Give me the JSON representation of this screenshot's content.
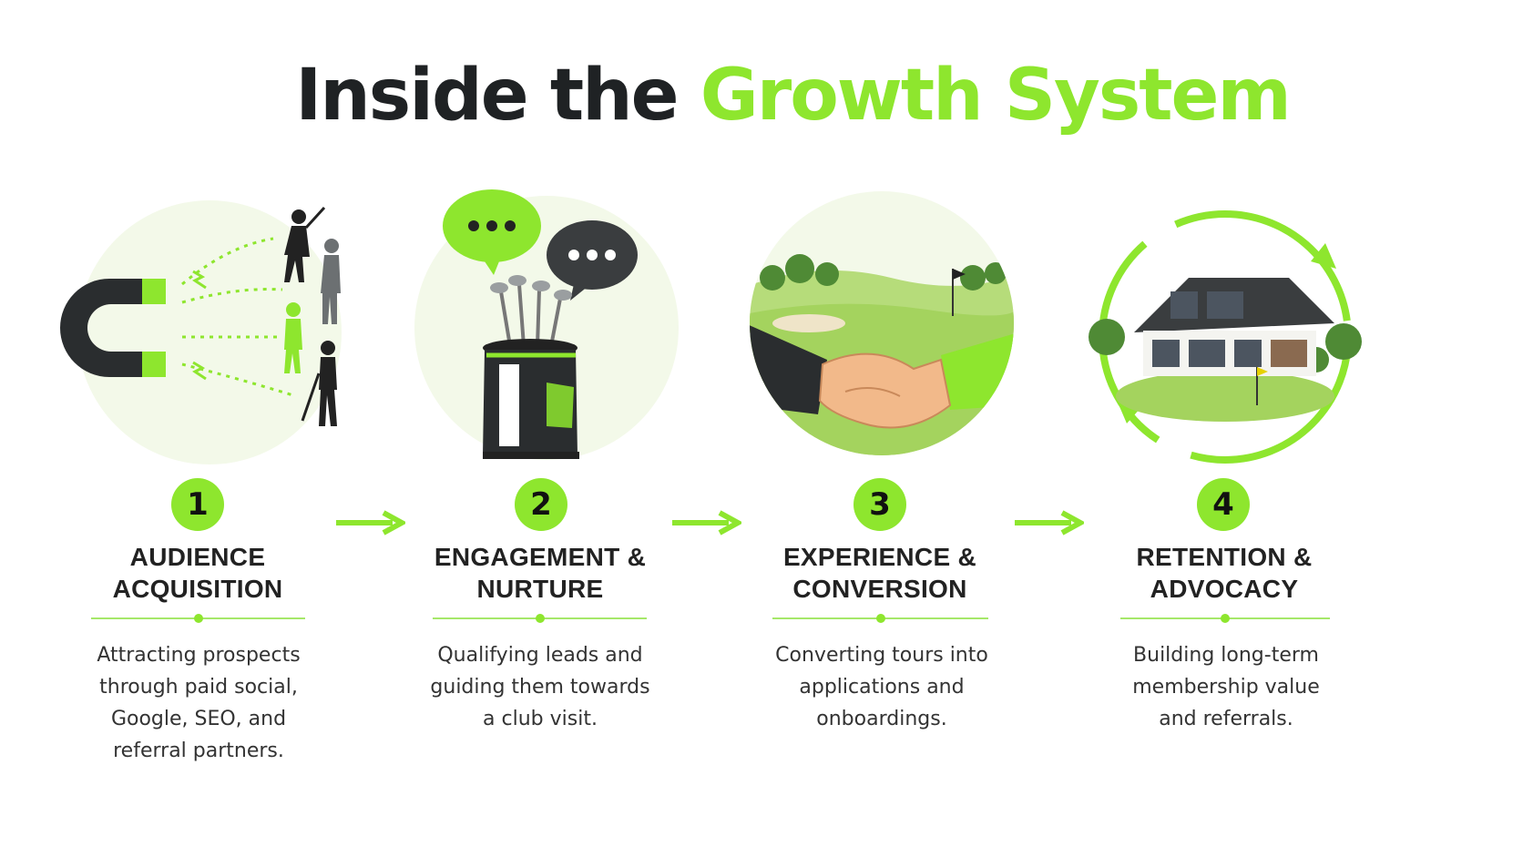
{
  "title": {
    "part1": "Inside the",
    "part2": "Growth System"
  },
  "colors": {
    "accent": "#8ee62e",
    "dark": "#1f2224",
    "light_green": "#f3f9e9"
  },
  "steps": [
    {
      "number": "1",
      "heading_line1": "AUDIENCE",
      "heading_line2": "ACQUISITION",
      "desc_lines": [
        "Attracting prospects",
        "through paid social,",
        "Google, SEO, and",
        "referral partners."
      ],
      "icon": "magnet-golfers-icon"
    },
    {
      "number": "2",
      "heading_line1": "ENGAGEMENT &",
      "heading_line2": "NURTURE",
      "desc_lines": [
        "Qualifying leads and",
        "guiding them towards",
        "a club visit."
      ],
      "icon": "golf-bag-chat-icon"
    },
    {
      "number": "3",
      "heading_line1": "EXPERIENCE &",
      "heading_line2": "CONVERSION",
      "desc_lines": [
        "Converting tours into",
        "applications and",
        "onboardings."
      ],
      "icon": "handshake-course-icon"
    },
    {
      "number": "4",
      "heading_line1": "RETENTION &",
      "heading_line2": "ADVOCACY",
      "desc_lines": [
        "Building long-term",
        "membership value",
        "and referrals."
      ],
      "icon": "clubhouse-cycle-icon"
    }
  ]
}
